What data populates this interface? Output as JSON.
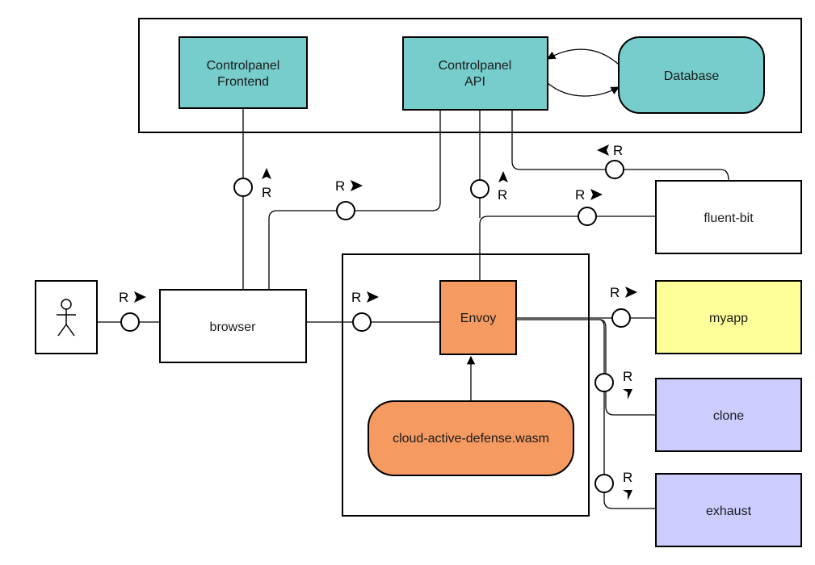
{
  "nodes": {
    "controlpanel_frontend": [
      "Controlpanel",
      "Frontend"
    ],
    "controlpanel_api": [
      "Controlpanel",
      "API"
    ],
    "database": "Database",
    "fluent_bit": "fluent-bit",
    "browser": "browser",
    "envoy": "Envoy",
    "wasm": "cloud-active-defense.wasm",
    "myapp": "myapp",
    "clone": "clone",
    "exhaust": "exhaust"
  },
  "port_label": "R",
  "colors": {
    "teal": "#76cdcc",
    "orange": "#f59a61",
    "yellow": "#ffff99",
    "lavender": "#ccccff",
    "white": "#ffffff",
    "stroke": "#000000"
  },
  "icons": {
    "actor": "stick-figure-icon",
    "arrow_right": "triangle-right-icon",
    "arrow_left": "triangle-left-icon",
    "arrow_up": "triangle-up-icon",
    "arrow_down": "triangle-down-icon"
  }
}
